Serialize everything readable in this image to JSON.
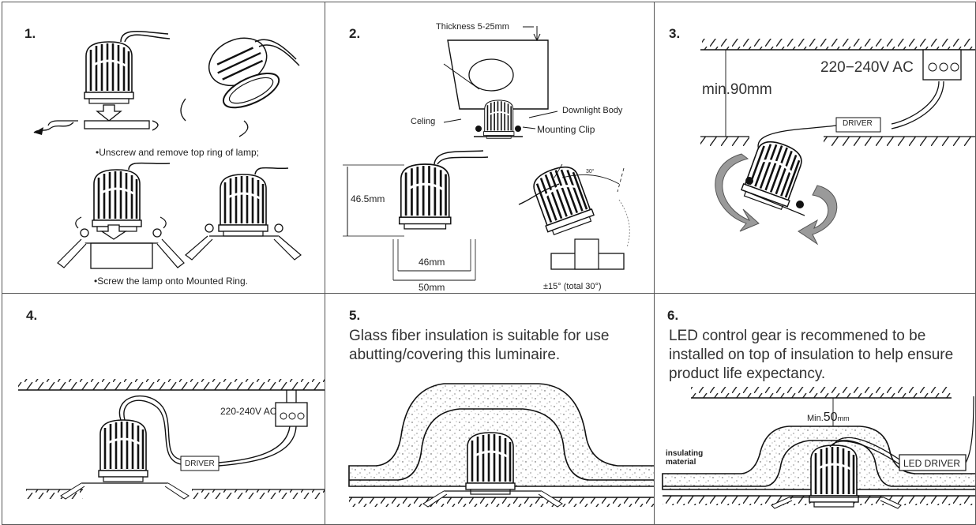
{
  "panels": [
    {
      "number": "1.",
      "captions": [
        "•Unscrew and remove  top ring of lamp;",
        "•Screw the lamp onto Mounted Ring."
      ]
    },
    {
      "number": "2.",
      "labels": {
        "thickness": "Thickness 5-25mm",
        "ceiling": "Celing",
        "body": "Downlight Body",
        "clip": "Mounting Clip",
        "height": "46.5mm",
        "inner_width": "46mm",
        "outer_width": "50mm",
        "tilt_angle": "30°",
        "tilt": "±15° (total 30°)"
      }
    },
    {
      "number": "3.",
      "labels": {
        "voltage": "220−240V  AC",
        "min_distance": "min.90mm",
        "driver": "DRIVER"
      }
    },
    {
      "number": "4.",
      "labels": {
        "voltage": "220-240V AC",
        "driver": "DRIVER"
      }
    },
    {
      "number": "5.",
      "text": "Glass fiber insulation is suitable for use abutting/covering this luminaire."
    },
    {
      "number": "6.",
      "text": "LED control gear is recommened to be installed on top of insulation to help ensure product life expectancy.",
      "labels": {
        "min": "Min.",
        "min_value": "50",
        "min_unit": "mm",
        "insulating": "insulating material",
        "driver": "LED DRIVER"
      }
    }
  ],
  "colors": {
    "border": "#555555",
    "line": "#222222",
    "gray_arrow": "#9a9a9a"
  }
}
